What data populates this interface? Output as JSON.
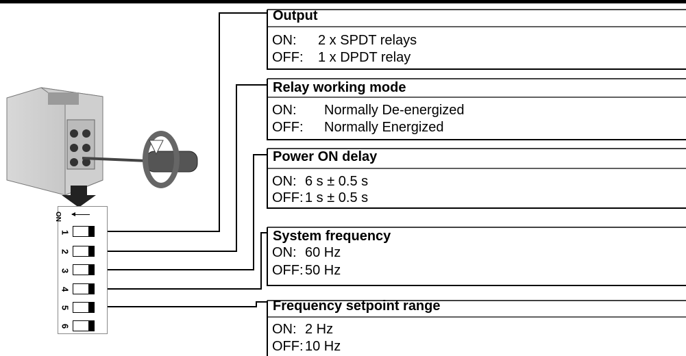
{
  "sections": [
    {
      "title": "Output",
      "rows": [
        {
          "state": "ON:",
          "value": "2 x SPDT relays"
        },
        {
          "state": "OFF:",
          "value": "1 x DPDT relay"
        }
      ]
    },
    {
      "title": "Relay working mode",
      "rows": [
        {
          "state": "ON:",
          "value": "Normally De-energized"
        },
        {
          "state": "OFF:",
          "value": "Normally Energized"
        }
      ]
    },
    {
      "title": "Power ON delay",
      "rows": [
        {
          "state": "ON:",
          "value": "6 s ± 0.5 s"
        },
        {
          "state": "OFF:",
          "value": "1 s ± 0.5 s"
        }
      ]
    },
    {
      "title": "System frequency",
      "rows": [
        {
          "state": "ON:",
          "value": "60 Hz"
        },
        {
          "state": "OFF:",
          "value": "50 Hz"
        }
      ]
    },
    {
      "title": "Frequency setpoint range",
      "rows": [
        {
          "state": "ON:",
          "value": "2 Hz"
        },
        {
          "state": "OFF:",
          "value": "10 Hz"
        }
      ]
    }
  ],
  "dip_switch": {
    "on_label": "ON",
    "switches": [
      "1",
      "2",
      "3",
      "4",
      "5",
      "6"
    ]
  }
}
